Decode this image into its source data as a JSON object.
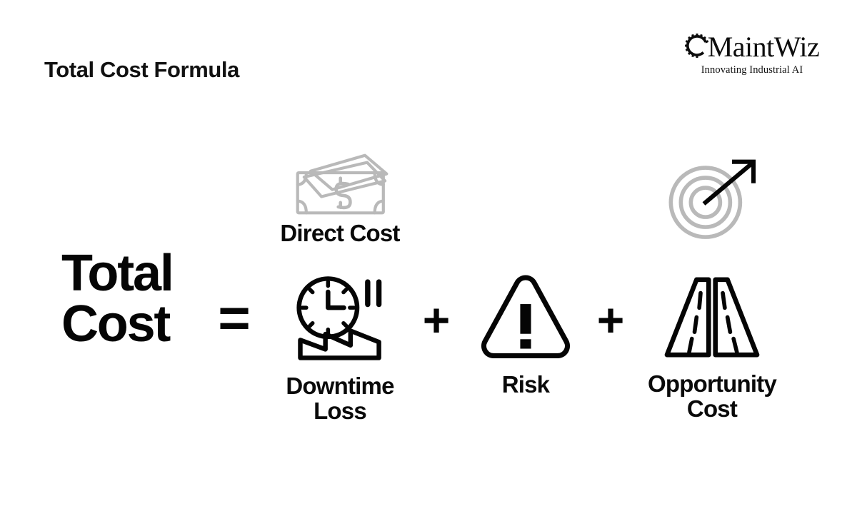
{
  "page": {
    "title": "Total Cost Formula",
    "background_color": "#ffffff"
  },
  "brand": {
    "name": "MaintWiz",
    "tagline": "Innovating Industrial AI",
    "icon": "gear-icon",
    "color": "#0d0d0d"
  },
  "formula": {
    "left_hand_side": {
      "line1": "Total",
      "line2": "Cost"
    },
    "operators": {
      "equals": "=",
      "plus_1": "+",
      "plus_2": "+"
    },
    "terms": [
      {
        "id": "direct-cost",
        "label": "Direct Cost",
        "icon": "banknotes-dollar-icon",
        "icon_color": "#b9b9b9"
      },
      {
        "id": "downtime-loss",
        "label": "Downtime\nLoss",
        "icon": "clock-pause-factory-icon",
        "icon_color": "#050505"
      },
      {
        "id": "risk",
        "label": "Risk",
        "icon": "warning-triangle-icon",
        "icon_color": "#050505"
      },
      {
        "id": "opportunity-cost",
        "label": "Opportunity\nCost",
        "icon": "diverging-roads-icon",
        "icon_color": "#050505"
      }
    ],
    "decorative_icons": [
      {
        "id": "target-arrow",
        "icon": "target-spiral-arrow-icon",
        "icon_color": "#b9b9b9",
        "arrow_color": "#050505"
      }
    ]
  }
}
